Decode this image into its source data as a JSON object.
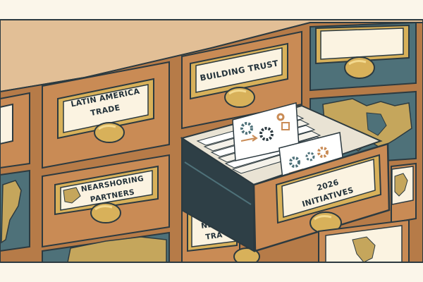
{
  "palette": {
    "background": "#fbf6ea",
    "wood": "#c98b55",
    "wood_dark": "#a86d3e",
    "outline": "#2c3a40",
    "brass": "#d8b15a",
    "teal": "#4e7179",
    "map_land": "#c5a65c",
    "label_card": "#fbf3e1"
  },
  "labels": {
    "latin_america_line1": "LATIN AMERICA",
    "latin_america_line2": "TRADE",
    "building_trust": "BUILDING TRUST",
    "nearshoring_line1": "NEARSHORING",
    "nearshoring_line2": "PARTNERS",
    "initiatives_line1": "2026",
    "initiatives_line2": "INITIATIVES",
    "partial_line1": "NESI",
    "partial_line2": "TRA"
  },
  "icons": [
    "gear-icon",
    "arrow-icon",
    "flowchart-icon",
    "map-illustration",
    "drawer-handle-icon"
  ]
}
